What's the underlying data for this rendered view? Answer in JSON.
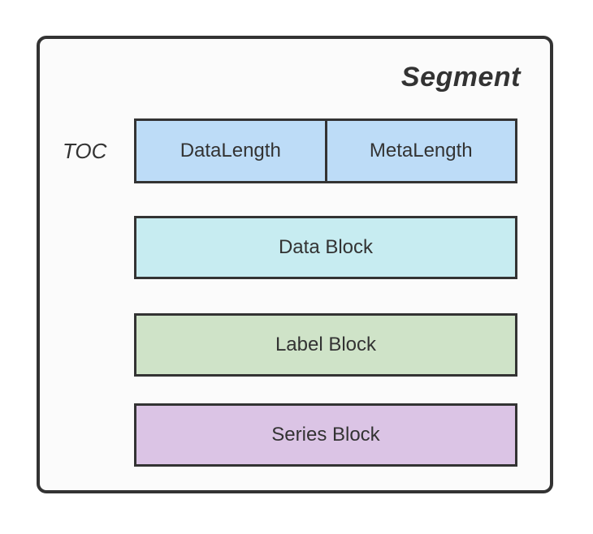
{
  "diagram": {
    "title": "Segment",
    "toc": {
      "label": "TOC",
      "cells": [
        {
          "label": "DataLength",
          "color": "#bddcf7"
        },
        {
          "label": "MetaLength",
          "color": "#bddcf7"
        }
      ]
    },
    "blocks": [
      {
        "label": "Data Block",
        "color": "#c7ecf1"
      },
      {
        "label": "Label Block",
        "color": "#cfe3c8"
      },
      {
        "label": "Series Block",
        "color": "#dbc4e5"
      }
    ],
    "colors": {
      "border": "#333333",
      "container_background": "#fbfbfb",
      "page_background": "#ffffff",
      "text": "#333333"
    }
  }
}
